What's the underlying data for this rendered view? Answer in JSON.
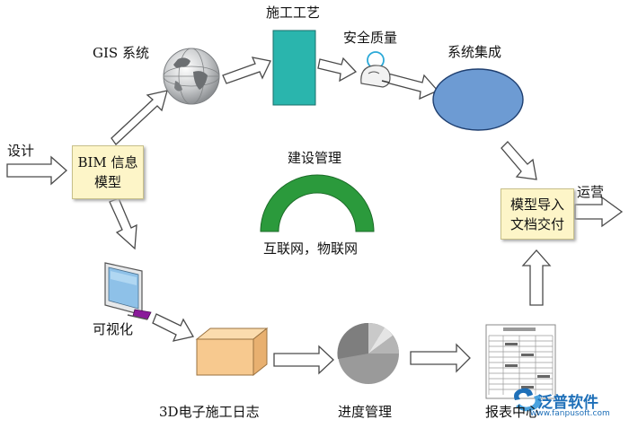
{
  "nodes": {
    "design": "设计",
    "bim_line1": "BIM 信息",
    "bim_line2": "模型",
    "gis": "GIS 系统",
    "construction_process": "施工工艺",
    "safety_quality": "安全质量",
    "system_integration": "系统集成",
    "import_line1": "模型导入",
    "import_line2": "文档交付",
    "operations": "运营",
    "visualization": "可视化",
    "daily_log": "3D电子施工日志",
    "progress": "进度管理",
    "report_center": "报表中心",
    "center_title": "建设管理",
    "center_subtitle": "互联网，物联网"
  },
  "watermark": {
    "brand": "泛普软件",
    "url": "www.fanpusoft.com"
  },
  "colors": {
    "box_fill": "#fdf5c8",
    "teal_rect": "#2ab5ad",
    "ellipse": "#6d9bd3",
    "arch": "#2b9a3c",
    "cube": "#f7c98f",
    "brand_blue": "#1e6fb8"
  },
  "icons": [
    "globe-icon",
    "worker-icon",
    "monitor-icon",
    "pie-chart-icon",
    "report-sheet-icon",
    "brand-logo-icon"
  ]
}
